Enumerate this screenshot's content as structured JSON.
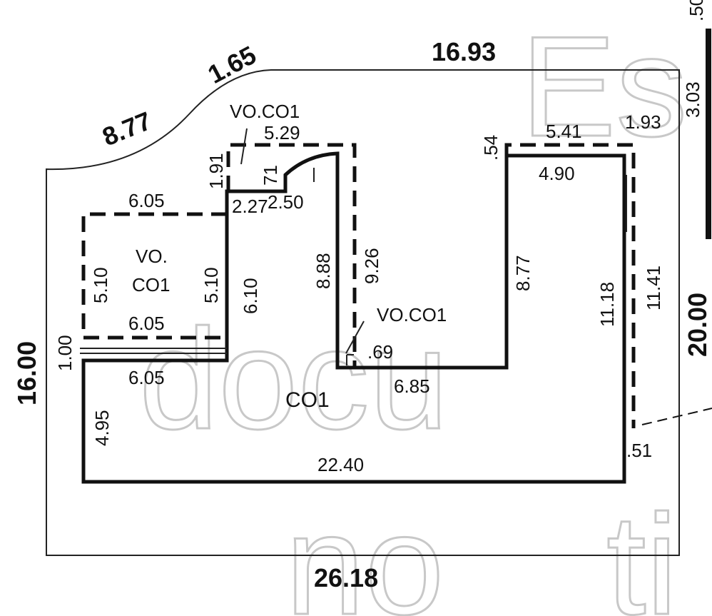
{
  "watermark": {
    "line1": "docu",
    "line2": "no",
    "line3": "ti",
    "corner": "Es"
  },
  "lot": {
    "top": "16.93",
    "top_arc_left": "8.77",
    "top_arc_mid": "1.65",
    "left": "16.00",
    "right": "20.00",
    "bottom": "26.18",
    "right_top": "3.03",
    "right_top_cut": ".50"
  },
  "building_co1": {
    "label": "CO1",
    "bottom": "22.40",
    "left_lower": "4.95",
    "step_top": "6.05",
    "setback": "1.00",
    "inner_left_height": "6.10",
    "inner_top_left": "2.27",
    "curve_width": "2.50",
    "curve_rise": "71",
    "inner_well_height": "8.88",
    "inner_well_bottom": "6.85",
    "right_wing_inner_height": "8.77",
    "right_wing_top": "4.90",
    "right_wing_outer_height": "11.18",
    "tiny_corner": ".69",
    "right_corner_offset": ".51"
  },
  "overhang_left": {
    "label_line1": "VO.",
    "label_line2": "CO1",
    "top": "6.05",
    "bottom": "6.05",
    "left": "5.10",
    "right": "5.10"
  },
  "overhang_mid": {
    "label": "VO.CO1",
    "top": "5.29",
    "left": "1.91",
    "height": "9.26"
  },
  "overhang_well": {
    "label": "VO.CO1"
  },
  "overhang_right": {
    "top": "5.41",
    "offset_top": ".54",
    "offset_right": "1.93",
    "height": "11.41"
  }
}
